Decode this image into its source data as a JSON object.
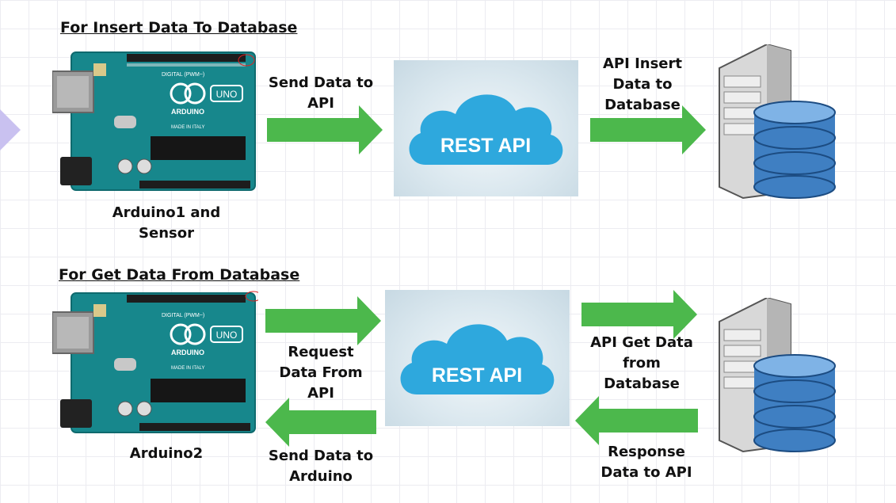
{
  "sections": {
    "insert": {
      "title": "For Insert Data To Database",
      "device_label": "Arduino1 and\nSensor",
      "arrow1_label": "Send Data to\nAPI",
      "api_text": "REST API",
      "arrow2_label": "API Insert\nData to\nDatabase"
    },
    "get": {
      "title": "For Get Data From Database",
      "device_label": "Arduino2",
      "request_label": "Request\nData From\nAPI",
      "send_back_label": "Send Data to\nArduino",
      "api_text": "REST API",
      "api_get_label": "API Get Data\nfrom\nDatabase",
      "response_label": "Response\nData to API"
    }
  },
  "board": {
    "brand": "ARDUINO",
    "model": "UNO",
    "digital": "DIGITAL (PWM~)",
    "made_in": "MADE IN ITALY"
  },
  "colors": {
    "arrow": "#4cb84c",
    "board": "#17878c",
    "cloud": "#2ea8dd",
    "database": "#3f7fc2"
  }
}
